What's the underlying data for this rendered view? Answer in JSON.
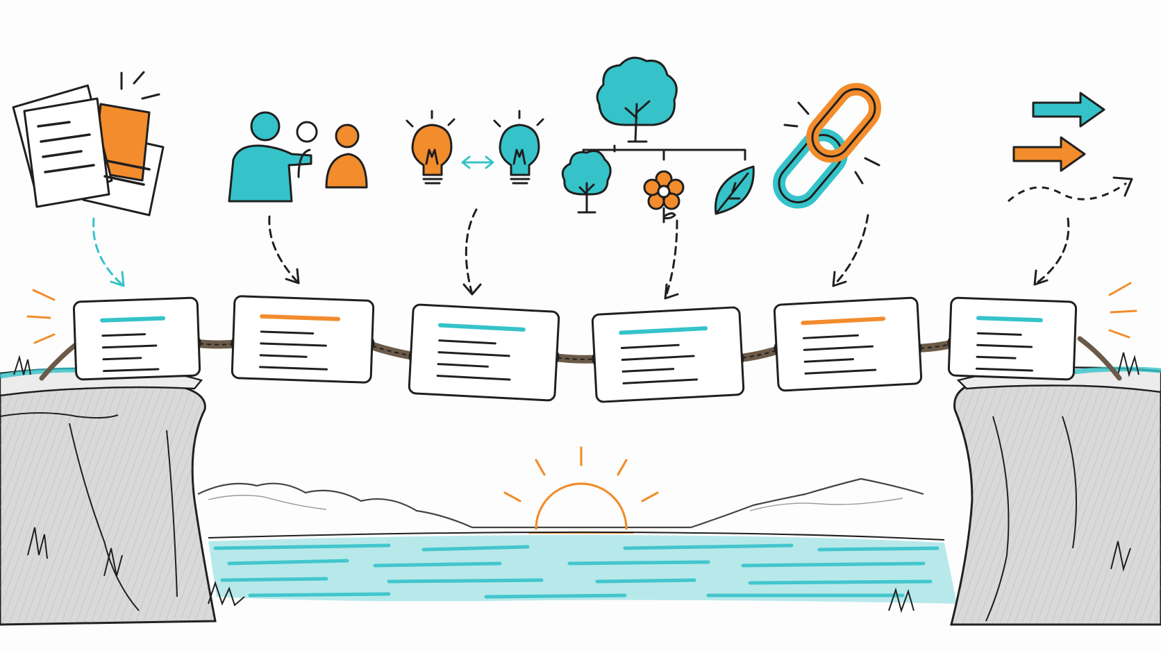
{
  "palette": {
    "ink": "#1f1f1f",
    "teal": "#35c3c9",
    "orange": "#f28c2c",
    "rock": "#d9d9d9",
    "water": "#3fc8cf",
    "paper": "#ffffff"
  },
  "sources": [
    {
      "icon": "documents-icon"
    },
    {
      "icon": "people-pointing-icon"
    },
    {
      "icon": "connected-ideas-icon"
    },
    {
      "icon": "tree-hierarchy-icon"
    },
    {
      "icon": "chain-link-icon"
    },
    {
      "icon": "forward-arrows-icon"
    }
  ],
  "bridge": {
    "cards": [
      {
        "accent": "teal"
      },
      {
        "accent": "orange"
      },
      {
        "accent": "teal"
      },
      {
        "accent": "teal"
      },
      {
        "accent": "orange"
      },
      {
        "accent": "teal"
      }
    ]
  },
  "landscape": {
    "sun": "sunset-icon",
    "water": "river",
    "left_cliff": "cliff",
    "right_cliff": "cliff"
  }
}
